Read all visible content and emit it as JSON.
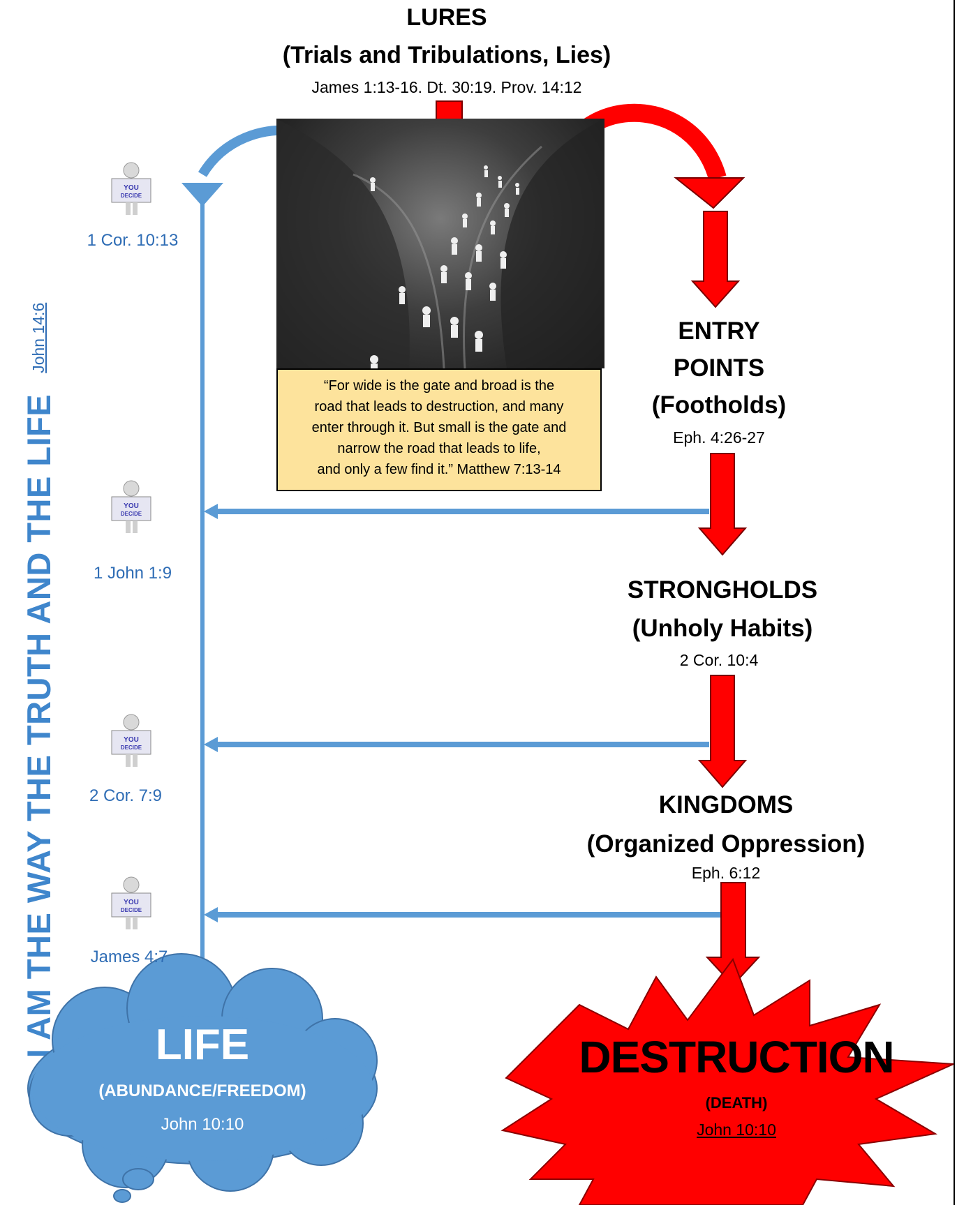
{
  "side_banner": {
    "text": "I AM THE WAY THE TRUTH AND THE LIFE",
    "ref": "John 14:6"
  },
  "lures": {
    "title": "LURES",
    "subtitle": "(Trials and Tribulations, Lies)",
    "refs": "James 1:13-16. Dt. 30:19. Prov. 14:12"
  },
  "quote": {
    "lines": [
      "“For wide is the gate and broad is the",
      "road that leads to destruction, and many",
      "enter through it. But small is the gate and",
      "narrow the road that leads to life,",
      "and only a few find it.”  Matthew 7:13-14"
    ]
  },
  "entry_points": {
    "title_line1": "ENTRY",
    "title_line2": "POINTS",
    "subtitle": "(Footholds)",
    "ref": "Eph. 4:26-27"
  },
  "strongholds": {
    "title": "STRONGHOLDS",
    "subtitle": "(Unholy Habits)",
    "ref": "2 Cor. 10:4"
  },
  "kingdoms": {
    "title": "KINGDOMS",
    "subtitle": "(Organized Oppression)",
    "ref": "Eph.  6:12"
  },
  "decisions": [
    {
      "sign": "YOU DECIDE",
      "ref": "1 Cor. 10:13"
    },
    {
      "sign": "YOU DECIDE",
      "ref": "1 John 1:9"
    },
    {
      "sign": "YOU DECIDE",
      "ref": "2 Cor. 7:9"
    },
    {
      "sign": "YOU DECIDE",
      "ref": "James 4:7"
    }
  ],
  "life": {
    "title": "LIFE",
    "subtitle": "(ABUNDANCE/FREEDOM)",
    "ref": "John 10:10"
  },
  "destruction": {
    "title": "DESTRUCTION",
    "subtitle": "(DEATH)",
    "ref": "John 10:10"
  },
  "colors": {
    "blue": "#5b9bd5",
    "red": "#ff0000",
    "quote_bg": "#fde39c"
  }
}
